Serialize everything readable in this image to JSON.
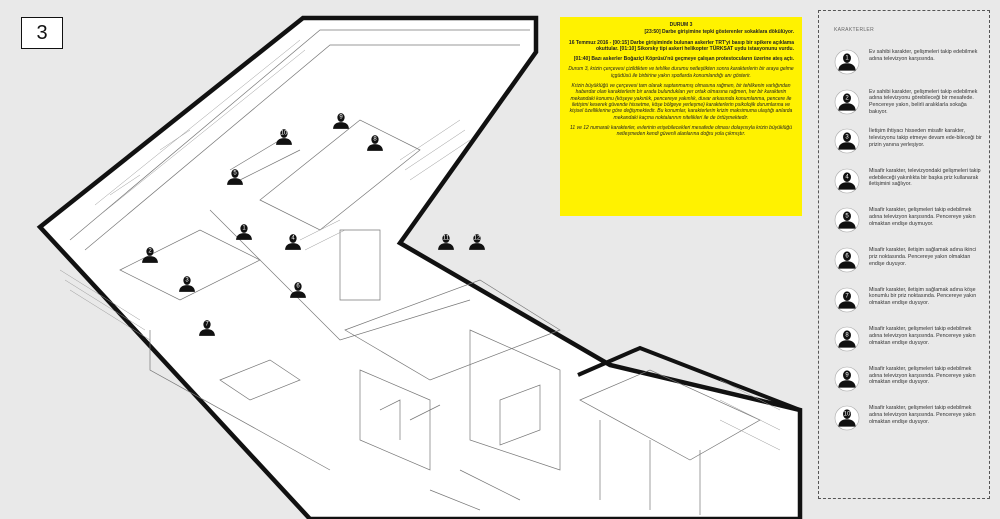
{
  "badge": "3",
  "info": {
    "heading": "DURUM 3",
    "events": [
      "[23:50] Darbe girişimine tepki gösterenler sokaklara dökülüyor.",
      "16 Temmuz 2016 - [00:15] Darbe girişiminde bulunan askerler TRT'yi basıp bir spikere açıklama okuttular.",
      "[01:10] Sikorsky tipi askeri helikopter TÜRKSAT uydu istasyonunu vurdu.",
      "[01:40] Bazı askerler Boğaziçi Köprüsü'nü geçmeye çalışan protestocuların üzerine ateş açtı."
    ],
    "paragraphs": [
      "Durum 3, krizin çerçevesi çizildikten ve tehlike durumu netleştikten sonra karakterlerin bir araya gelme içgüdüsü ile birbirine yakın spotlarda konumlandığı anı gösterir.",
      "Krizin büyüklüğü ve çerçevesi tam olarak saptanmamış olmasına rağmen, bir tehlikenin varlığından haberdar olan karakterlerin bir arada bulundukları yer ortak olmasına rağmen, her bir karakterin mekandaki konumu (köşeye yakınlık, pencereye yakınlık, duvar arkasında konumlanma, pencere ile iletişimi keserek güvende hissetme, köşe bölgeye yerleşme) karakterlerin psikolojik durumlarına ve kişisel özelliklerine göre değişmektedir. Bu konumlar, karakterlerin krizin maksimuma ulaştığı anlarda mekandaki kaçma noktalarının nitelikleri ile de örtüşmektedir.",
      "11 ve 12 numaralı karakterler, evlerinin erişebilecekleri mesafede olması dolayısıyla krizin büyüklüğü netleşmeden kendi güvenli alanlarına doğru yola çıkmıştır."
    ]
  },
  "legend": {
    "title": "KARAKTERLER",
    "items": [
      {
        "num": "1",
        "text": "Ev sahibi karakter, gelişmeleri takip edebilmek adına televizyon karşısında."
      },
      {
        "num": "2",
        "text": "Ev sahibi karakter, gelişmeleri takip edebilmek adına televizyonu görebileceği bir mesafede. Pencereye yakın, belirli aralıklarla sokağa bakıyor."
      },
      {
        "num": "3",
        "text": "İletişim ihtiyacı hisseden misafir karakter, televizyonu takip etmeye devam ede-bileceği bir prizin yanına yerleşiyor."
      },
      {
        "num": "4",
        "text": "Misafir karakter, televizyondaki gelişmeleri takip edebileceği yakınlıkta bir başka priz kullanarak iletişimini sağlıyor."
      },
      {
        "num": "5",
        "text": "Misafir karakter, gelişmeleri takip edebilmek adına televizyon karşısında. Pencereye yakın olmaktan endişe duymuyor."
      },
      {
        "num": "6",
        "text": "Misafir karakter, iletişim sağlamak adına ikinci priz noktasında. Pencereye yakın olmaktan endişe duyuyor."
      },
      {
        "num": "7",
        "text": "Misafir karakter, iletişim sağlamak adına köşe konumlu bir priz noktasında. Pencereye yakın olmaktan endişe duyuyor."
      },
      {
        "num": "8",
        "text": "Misafir karakter, gelişmeleri takip edebilmek adına televizyon karşısında. Pencereye yakın olmaktan endişe duyuyor."
      },
      {
        "num": "9",
        "text": "Misafir karakter, gelişmeleri takip edebilmek adına televizyon karşısında. Pencereye yakın olmaktan endişe duyuyor."
      },
      {
        "num": "10",
        "text": "Misafir karakter, gelişmeleri takip edebilmek adına televizyon karşısında. Pencereye yakın olmaktan endişe duyuyor."
      }
    ]
  },
  "plan": {
    "markers": [
      "1",
      "2",
      "3",
      "4",
      "5",
      "6",
      "7",
      "8",
      "9",
      "10",
      "11",
      "12"
    ]
  }
}
